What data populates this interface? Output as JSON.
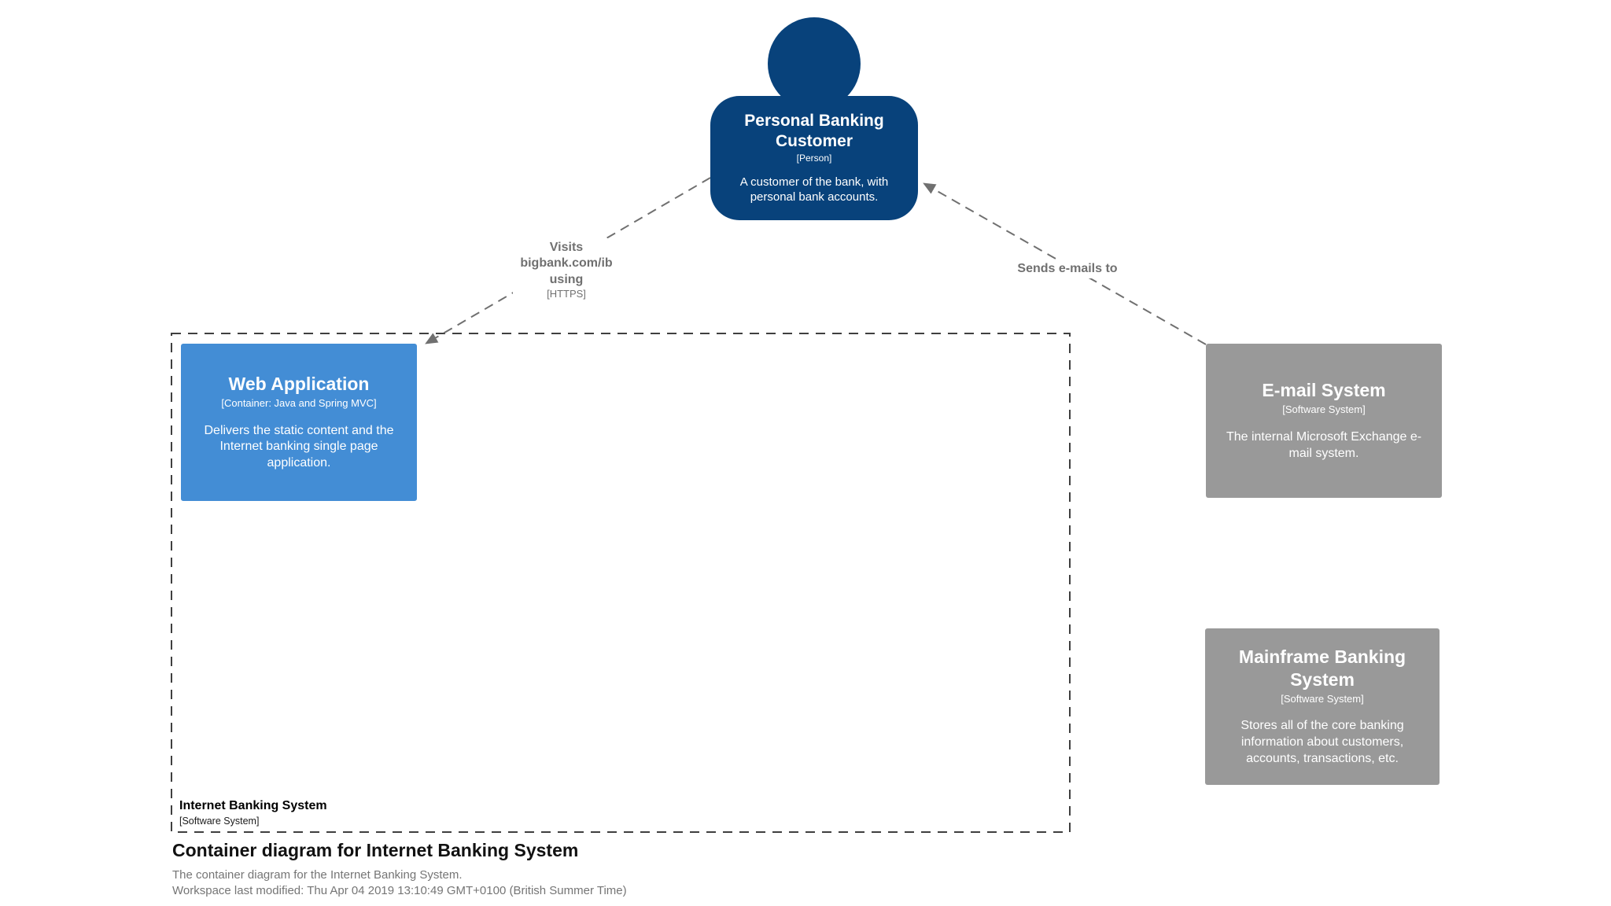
{
  "diagram": {
    "title": "Container diagram for Internet Banking System",
    "description": "The container diagram for the Internet Banking System.",
    "workspace_modified": "Workspace last modified: Thu Apr 04 2019 13:10:49 GMT+0100 (British Summer Time)"
  },
  "boundary": {
    "name": "Internet Banking System",
    "meta": "[Software System]"
  },
  "elements": {
    "person": {
      "name": "Personal Banking Customer",
      "meta": "[Person]",
      "description": "A customer of the bank, with personal bank accounts.",
      "color": "#08427b"
    },
    "web_application": {
      "name": "Web Application",
      "meta": "[Container: Java and Spring MVC]",
      "description": "Delivers the static content and the Internet banking single page application.",
      "color": "#438dd5"
    },
    "email_system": {
      "name": "E-mail System",
      "meta": "[Software System]",
      "description": "The internal Microsoft Exchange e-mail system.",
      "color": "#999999"
    },
    "mainframe_system": {
      "name": "Mainframe Banking System",
      "meta": "[Software System]",
      "description": "Stores all of the core banking information about customers, accounts, transactions, etc.",
      "color": "#999999"
    }
  },
  "relationships": {
    "visits": {
      "label": "Visits bigbank.com/ib using",
      "technology": "[HTTPS]",
      "from": "Personal Banking Customer",
      "to": "Web Application"
    },
    "sends_emails": {
      "label": "Sends e-mails to",
      "technology": "",
      "from": "E-mail System",
      "to": "Personal Banking Customer"
    }
  },
  "style": {
    "relationship_color": "#707070",
    "boundary_color": "#3f3f3f"
  }
}
